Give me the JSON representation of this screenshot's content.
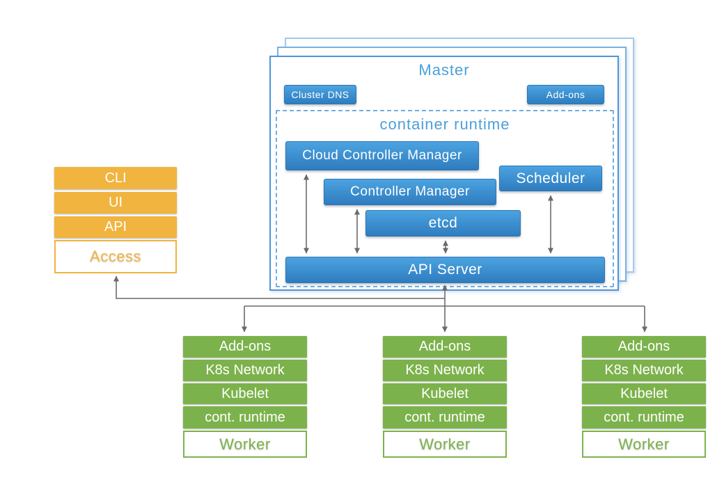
{
  "master": {
    "title": "Master",
    "cluster_dns_label": "Cluster DNS",
    "addons_label": "Add-ons",
    "container_runtime": {
      "title": "container runtime",
      "cloud_controller_manager": "Cloud Controller Manager",
      "controller_manager": "Controller Manager",
      "etcd": "etcd",
      "scheduler": "Scheduler",
      "api_server": "API Server"
    }
  },
  "access_stack": {
    "items": [
      "CLI",
      "UI",
      "API"
    ],
    "label": "Access"
  },
  "workers": [
    {
      "items": [
        "Add-ons",
        "K8s Network",
        "Kubelet",
        "cont. runtime"
      ],
      "label": "Worker"
    },
    {
      "items": [
        "Add-ons",
        "K8s Network",
        "Kubelet",
        "cont. runtime"
      ],
      "label": "Worker"
    },
    {
      "items": [
        "Add-ons",
        "K8s Network",
        "Kubelet",
        "cont. runtime"
      ],
      "label": "Worker"
    }
  ],
  "colors": {
    "node_blue_top": "#4ca3e0",
    "node_blue_bottom": "#2e7cbf",
    "master_border_blue": "#4d95d8",
    "heading_blue": "#4c9fd9",
    "access_orange": "#f0b43f",
    "worker_green": "#7cb24b",
    "arrow_gray": "#6a6a6a"
  }
}
